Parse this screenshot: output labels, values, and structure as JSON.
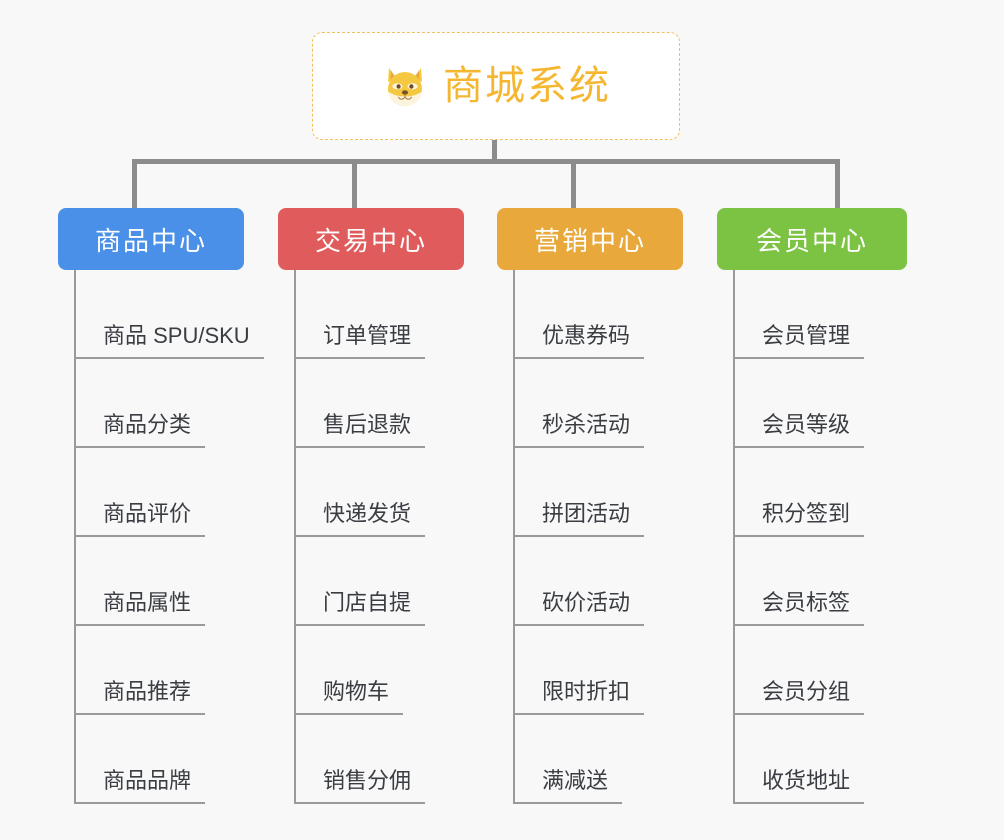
{
  "canvas": {
    "background": "#f8f8f8",
    "connector_color": "#8c8c8c",
    "leaf_line_color": "#9a9a9a",
    "leaf_text_color": "#3a3d42"
  },
  "root": {
    "title": "商城系统",
    "icon": "shiba-dog-face-icon",
    "text_color": "#f5b731",
    "border_color": "#f0c060",
    "background": "#ffffff"
  },
  "categories": [
    {
      "label": "商品中心",
      "color": "#4a90e8",
      "items": [
        "商品 SPU/SKU",
        "商品分类",
        "商品评价",
        "商品属性",
        "商品推荐",
        "商品品牌"
      ]
    },
    {
      "label": "交易中心",
      "color": "#e05c5c",
      "items": [
        "订单管理",
        "售后退款",
        "快递发货",
        "门店自提",
        "购物车",
        "销售分佣"
      ]
    },
    {
      "label": "营销中心",
      "color": "#e8a83c",
      "items": [
        "优惠券码",
        "秒杀活动",
        "拼团活动",
        "砍价活动",
        "限时折扣",
        "满减送"
      ]
    },
    {
      "label": "会员中心",
      "color": "#7cc243",
      "items": [
        "会员管理",
        "会员等级",
        "积分签到",
        "会员标签",
        "会员分组",
        "收货地址"
      ]
    }
  ]
}
